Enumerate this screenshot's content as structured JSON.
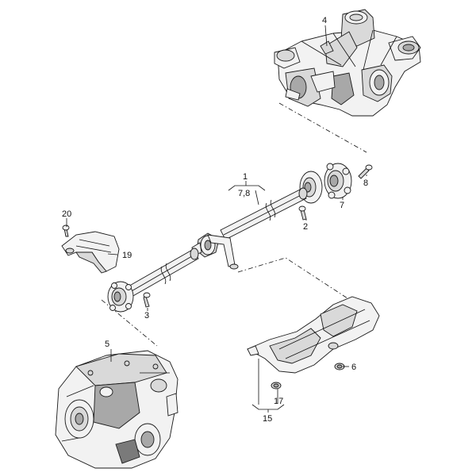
{
  "callouts": {
    "c1": "1",
    "c2": "2",
    "c3": "3",
    "c4": "4",
    "c5": "5",
    "c6": "6",
    "c7": "7",
    "c78": "7,8",
    "c8": "8",
    "c15": "15",
    "c17": "17",
    "c19": "19",
    "c20": "20"
  },
  "colors": {
    "line": "#111111",
    "part_fill": "#f2f2f2",
    "shade": "#a8a8a8"
  }
}
